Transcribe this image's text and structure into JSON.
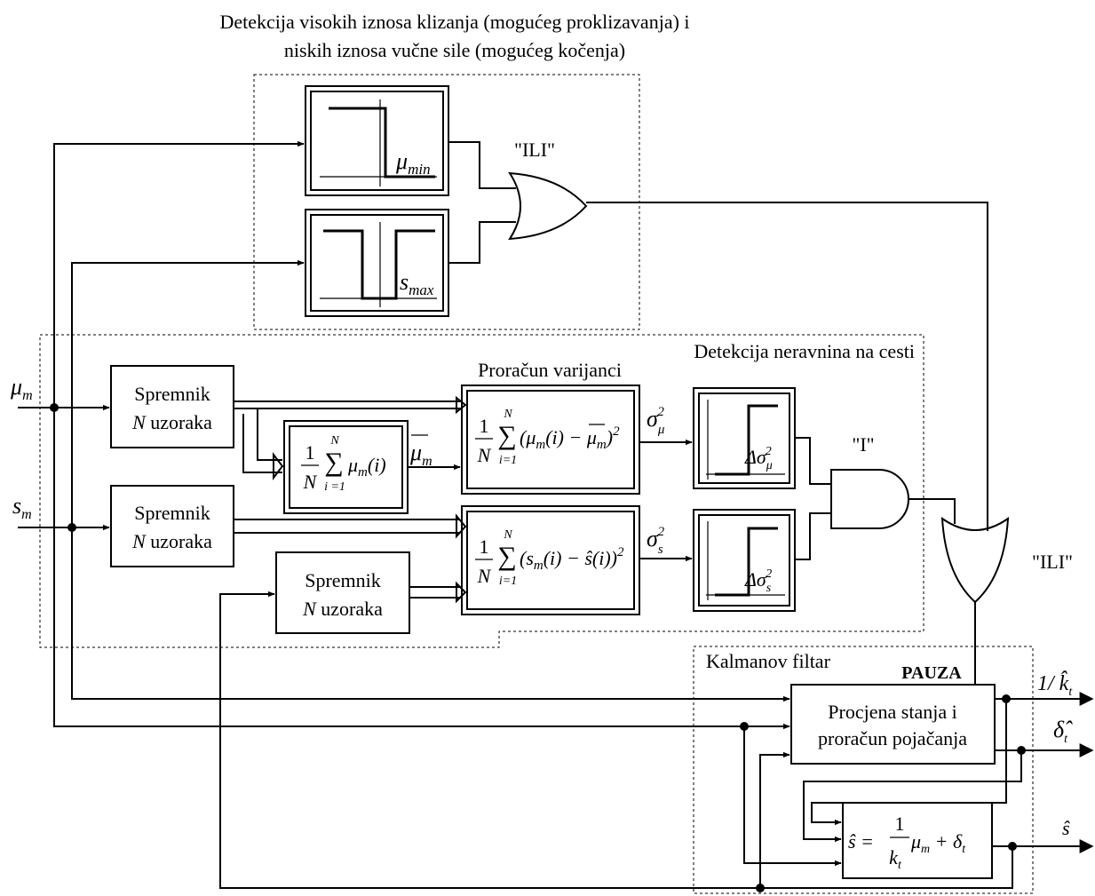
{
  "labels": {
    "title_line1": "Detekcija visokih iznosa klizanja (mogućeg proklizavanja) i",
    "title_line2": "niskih iznosa vučne sile (mogućeg kočenja)",
    "or_gate_top": "\"ILI\"",
    "or_gate_right": "\"ILI\"",
    "and_gate": "\"I\"",
    "road_section": "Detekcija neravnina na cesti",
    "variance_title": "Proračun varijanci",
    "kalman_title": "Kalmanov filtar",
    "pause": "PAUZA"
  },
  "inputs": {
    "mu_m": "μ",
    "mu_sub": "m",
    "s_m": "s",
    "s_sub": "m"
  },
  "buffers": [
    {
      "line1": "Spremnik",
      "n": "N",
      "line2": " uzoraka"
    },
    {
      "line1": "Spremnik",
      "n": "N",
      "line2": " uzoraka"
    },
    {
      "line1": "Spremnik",
      "n": "N",
      "line2": " uzoraka"
    }
  ],
  "thresholds": {
    "mu_min": "μ",
    "mu_min_sub": "min",
    "s_max": "s",
    "s_max_sub": "max",
    "d_sigma_mu": "Δσ",
    "d_sigma_mu_sub": "μ",
    "d_sigma_s": "Δσ",
    "d_sigma_s_sub": "s",
    "sq": "2"
  },
  "signals": {
    "mean_mu": "μ",
    "mean_mu_sub": "m",
    "sigma_mu": "σ",
    "sigma_mu_sub": "μ",
    "sigma_s": "σ",
    "sigma_s_sub": "s",
    "sq": "2"
  },
  "formulas": {
    "mean": {
      "num": "1",
      "den": "N",
      "top": "N",
      "bot": "i =1",
      "body": "μ",
      "body_sub": "m",
      "arg": "(i)"
    },
    "var_mu": {
      "num": "1",
      "den": "N",
      "top": "N",
      "bot": "i=1",
      "body": "(μ",
      "body_sub": "m",
      "mid": "(i) − ",
      "mbar": "μ",
      "mbar_sub": "m",
      "end": ")",
      "exp": "2"
    },
    "var_s": {
      "num": "1",
      "den": "N",
      "top": "N",
      "bot": "i=1",
      "body": "(s",
      "body_sub": "m",
      "mid": "(i) − ",
      "shat": "ŝ",
      "end": "(i))",
      "exp": "2"
    },
    "s_hat": {
      "lhs": "ŝ = ",
      "num": "1",
      "den": "k",
      "den_sub": "t",
      "rest": " μ",
      "rest_sub": "m",
      "plus": " + δ",
      "plus_sub": "t"
    }
  },
  "kalman": {
    "line1": "Procjena stanja i",
    "line2": "proračun pojačanja"
  },
  "outputs": {
    "inv_k": "1/ k̂",
    "inv_k_sub": "t",
    "delta": "δ̂",
    "delta_sub": "t",
    "s_hat": "ŝ"
  }
}
